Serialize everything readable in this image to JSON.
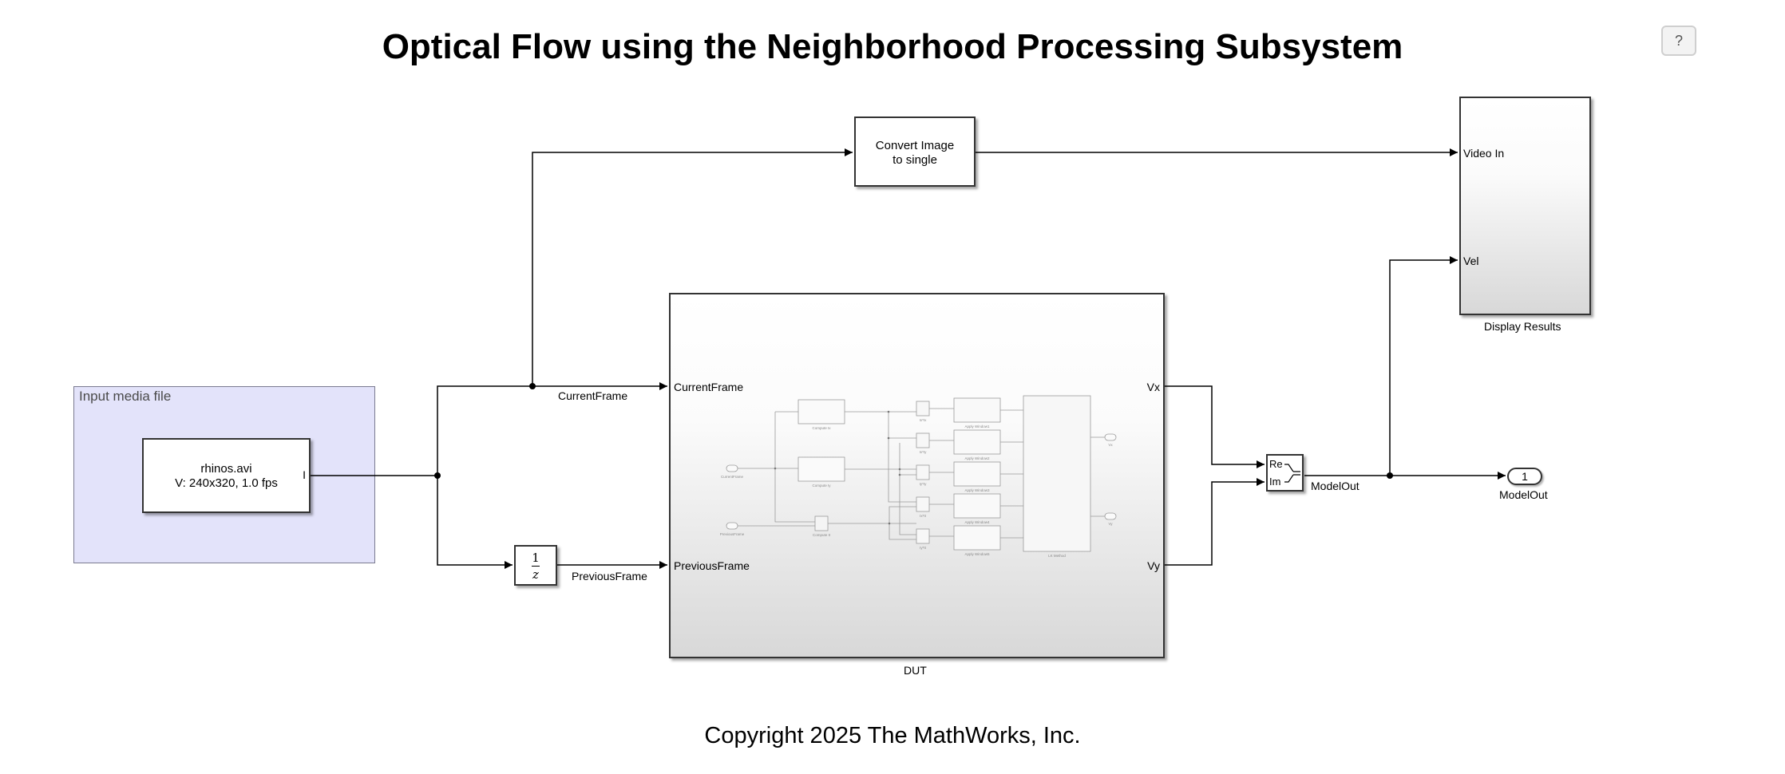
{
  "title": "Optical Flow using the Neighborhood Processing Subsystem",
  "help_button": {
    "label": "?"
  },
  "area": {
    "label": "Input media file"
  },
  "blocks": {
    "source": {
      "line1": "rhinos.avi",
      "line2": "V: 240x320, 1.0 fps",
      "port_out": "I"
    },
    "delay": {
      "numerator": "1",
      "denominator": "z"
    },
    "convert": {
      "line1": "Convert Image",
      "line2": "to single"
    },
    "dut": {
      "name": "DUT",
      "inputs": [
        "CurrentFrame",
        "PreviousFrame"
      ],
      "outputs": [
        "Vx",
        "Vy"
      ],
      "inner": {
        "inports": [
          "CurrentFrame",
          "PreviousFrame"
        ],
        "compute": [
          "Compute Ix",
          "Compute Iy",
          "Compute It"
        ],
        "products": [
          "Ix*Ix",
          "Ix*Iy",
          "Iy*Iy",
          "Ix*It",
          "Iy*It"
        ],
        "windows": [
          "Apply Window1",
          "Apply Window2",
          "Apply Window3",
          "Apply Window4",
          "Apply Window5"
        ],
        "method": "LK Method",
        "outports": [
          "Vx",
          "Vy"
        ]
      }
    },
    "complex": {
      "in1": "Re",
      "in2": "Im"
    },
    "display": {
      "name": "Display Results",
      "inputs": [
        "Video In",
        "Vel"
      ]
    },
    "outport": {
      "number": "1",
      "name": "ModelOut"
    }
  },
  "signals": {
    "current_frame": "CurrentFrame",
    "previous_frame": "PreviousFrame",
    "model_out": "ModelOut"
  },
  "copyright": "Copyright 2025 The MathWorks, Inc."
}
